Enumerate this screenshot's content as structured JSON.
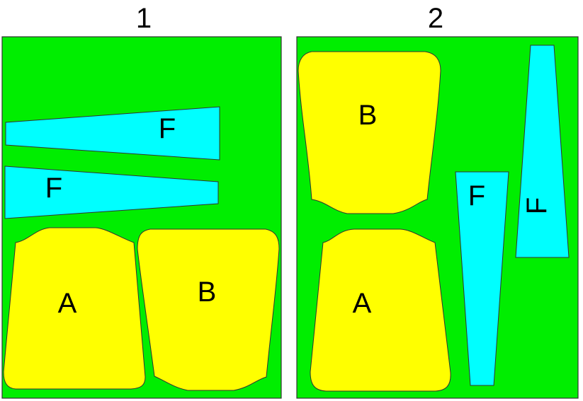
{
  "colors": {
    "background": "#00ee00",
    "border": "#333333",
    "large_piece": "#ffff00",
    "narrow_piece": "#00ffff",
    "text": "#000000"
  },
  "panels": [
    {
      "title": "1",
      "pieces": [
        {
          "label": "F",
          "fill": "narrow_piece"
        },
        {
          "label": "F",
          "fill": "narrow_piece"
        },
        {
          "label": "A",
          "fill": "large_piece"
        },
        {
          "label": "B",
          "fill": "large_piece"
        }
      ]
    },
    {
      "title": "2",
      "pieces": [
        {
          "label": "B",
          "fill": "large_piece"
        },
        {
          "label": "A",
          "fill": "large_piece"
        },
        {
          "label": "F",
          "fill": "narrow_piece"
        },
        {
          "label": "F",
          "fill": "narrow_piece",
          "rotated": true
        }
      ]
    }
  ]
}
